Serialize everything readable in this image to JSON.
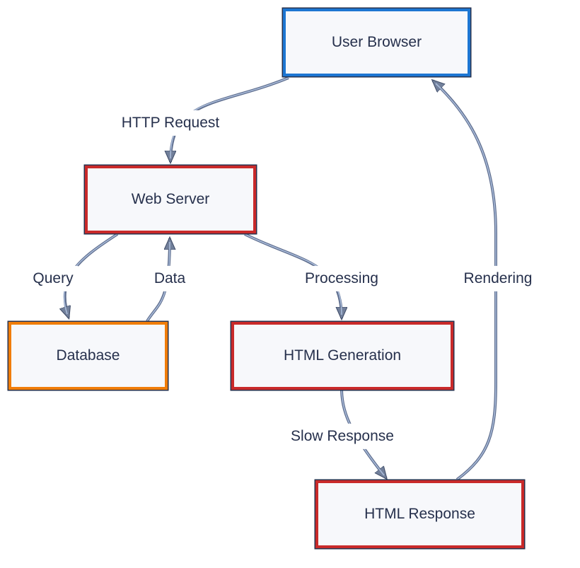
{
  "diagram": {
    "type": "flowchart",
    "direction": "top-down",
    "background_color": "#ffffff",
    "node_fill_color": "#f7f8fb",
    "node_text_color": "#26304c",
    "node_outline_color": "#27324e",
    "edge_color": "#5f6e8e",
    "edge_highlight_color": "#a9bbd9",
    "arrowhead_color": "#72809b",
    "edge_label_background": "#ffffff",
    "nodes": [
      {
        "id": "user-browser",
        "label": "User Browser",
        "border_color": "#1d76d2"
      },
      {
        "id": "web-server",
        "label": "Web Server",
        "border_color": "#c92a2a"
      },
      {
        "id": "database",
        "label": "Database",
        "border_color": "#f07d0a"
      },
      {
        "id": "html-generation",
        "label": "HTML Generation",
        "border_color": "#c92a2a"
      },
      {
        "id": "html-response",
        "label": "HTML Response",
        "border_color": "#c92a2a"
      }
    ],
    "edges": [
      {
        "from": "user-browser",
        "to": "web-server",
        "label": "HTTP Request"
      },
      {
        "from": "web-server",
        "to": "database",
        "label": "Query"
      },
      {
        "from": "database",
        "to": "web-server",
        "label": "Data"
      },
      {
        "from": "web-server",
        "to": "html-generation",
        "label": "Processing"
      },
      {
        "from": "html-generation",
        "to": "html-response",
        "label": "Rendering"
      },
      {
        "from": "html-response",
        "to": "user-browser",
        "label": "Slow Response"
      }
    ]
  }
}
